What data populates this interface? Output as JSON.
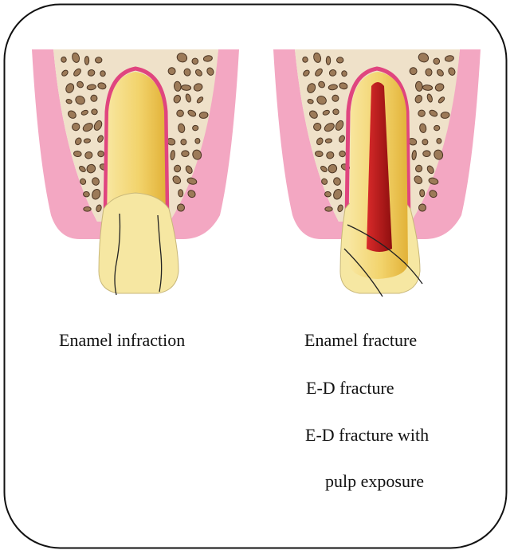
{
  "figure": {
    "left_panel": {
      "caption": "Enamel infraction"
    },
    "right_panel": {
      "captions": [
        "Enamel fracture",
        "E-D fracture",
        "E-D fracture with",
        "pulp exposure"
      ]
    },
    "colors": {
      "gingiva": "#f3a7c2",
      "bone": "#efe1c9",
      "trabecula": "#9c7a58",
      "ligament": "#e0457f",
      "crown": "#f6e7a2",
      "root": "#eeca55",
      "pulp": "#c21e1e",
      "frame": "#111111"
    }
  }
}
